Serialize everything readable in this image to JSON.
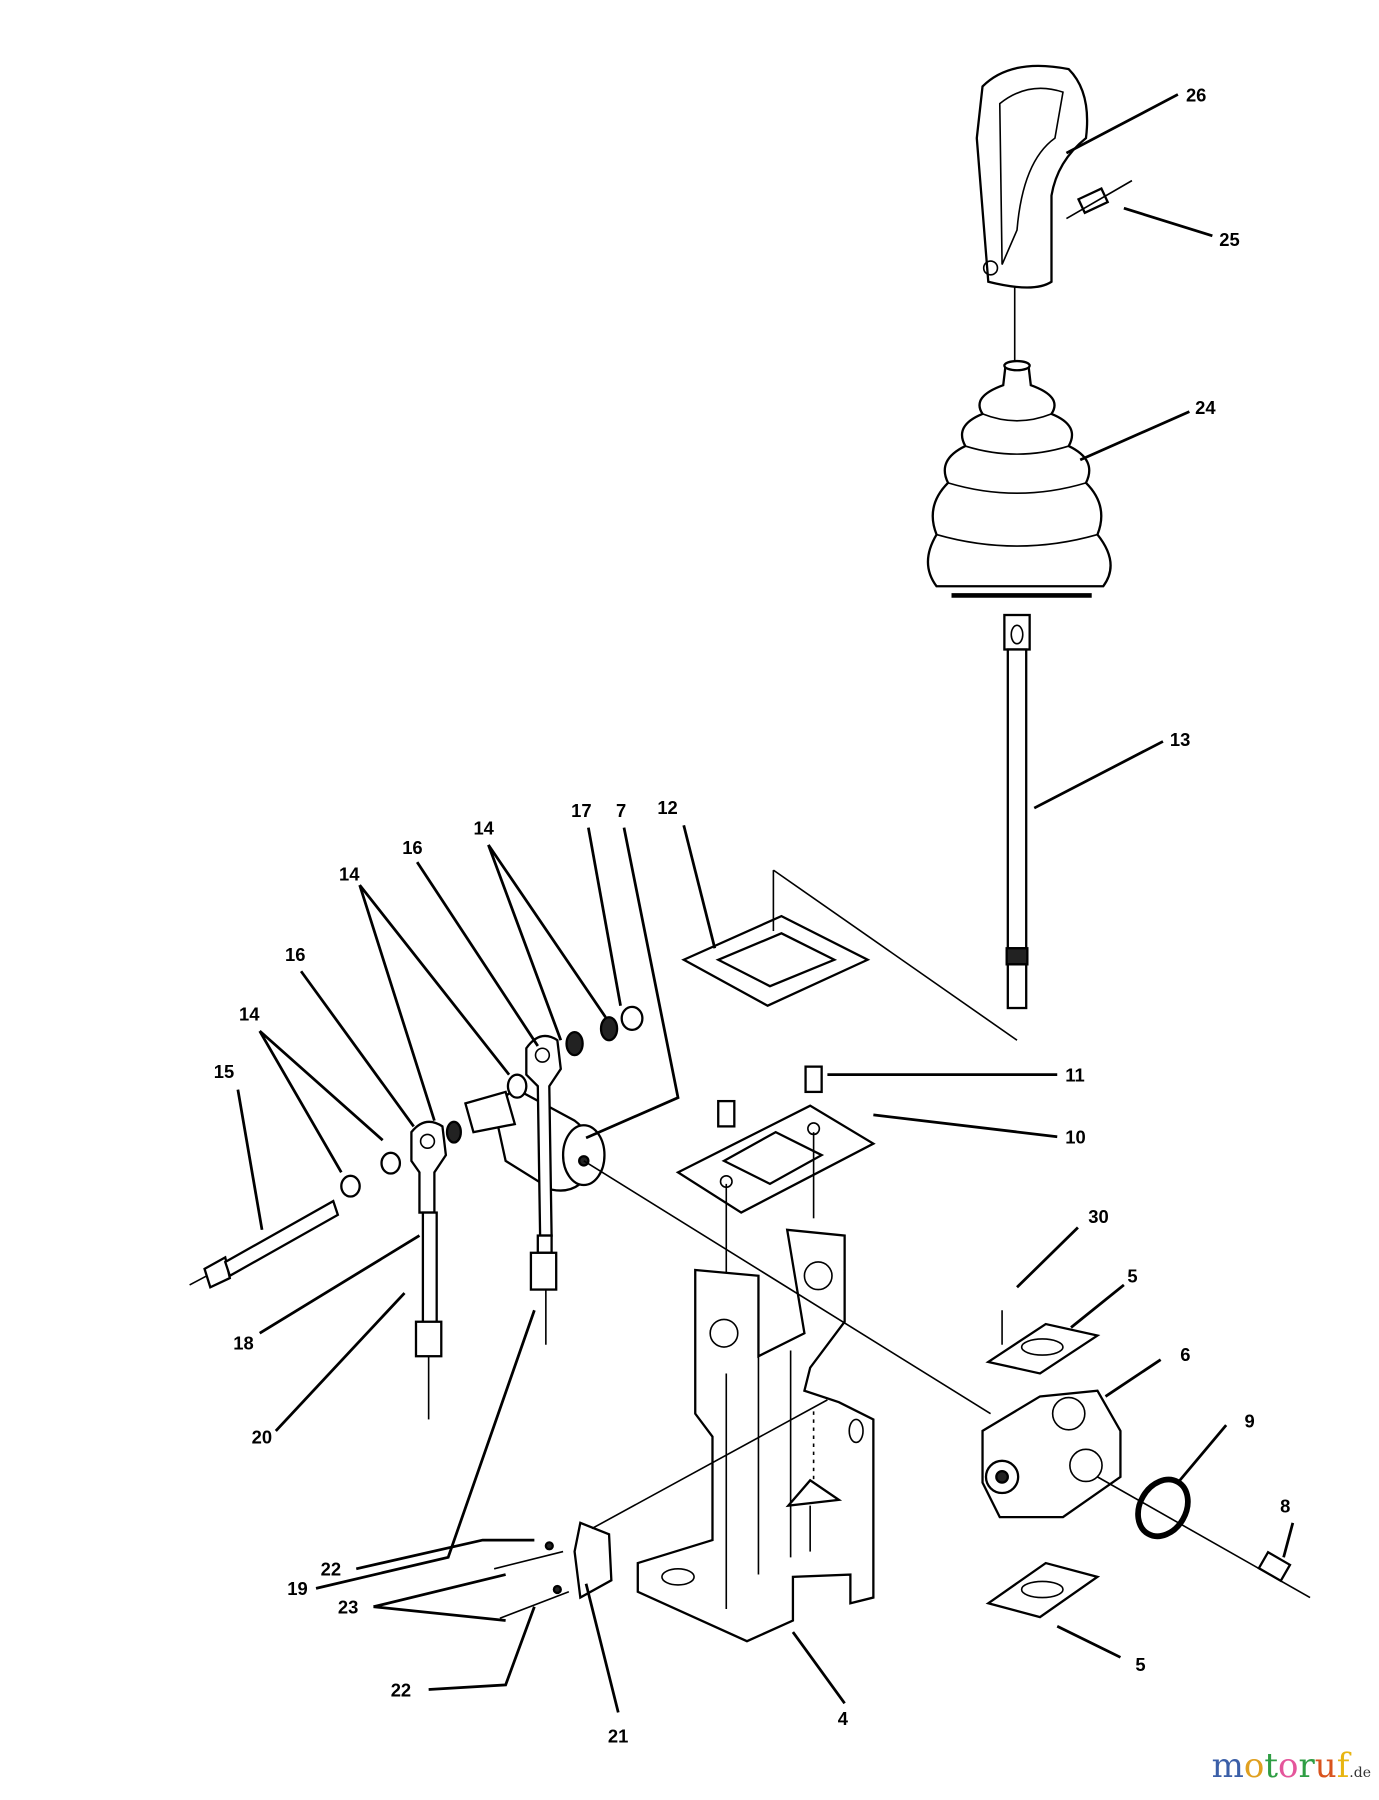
{
  "diagram": {
    "title": "",
    "callouts": [
      "26",
      "25",
      "24",
      "13",
      "12",
      "7",
      "17",
      "14",
      "16",
      "14",
      "16",
      "14",
      "15",
      "11",
      "10",
      "30",
      "5",
      "6",
      "9",
      "8",
      "5",
      "4",
      "21",
      "22",
      "23",
      "22",
      "19",
      "20",
      "18"
    ]
  },
  "watermark": {
    "letters": [
      "m",
      "o",
      "t",
      "o",
      "r",
      "u",
      "f"
    ],
    "suffix": ".de",
    "colors": [
      "#3b5fa8",
      "#e0a020",
      "#2f9e44",
      "#e4569b",
      "#2f9e44",
      "#d9541e",
      "#e8b511"
    ]
  }
}
